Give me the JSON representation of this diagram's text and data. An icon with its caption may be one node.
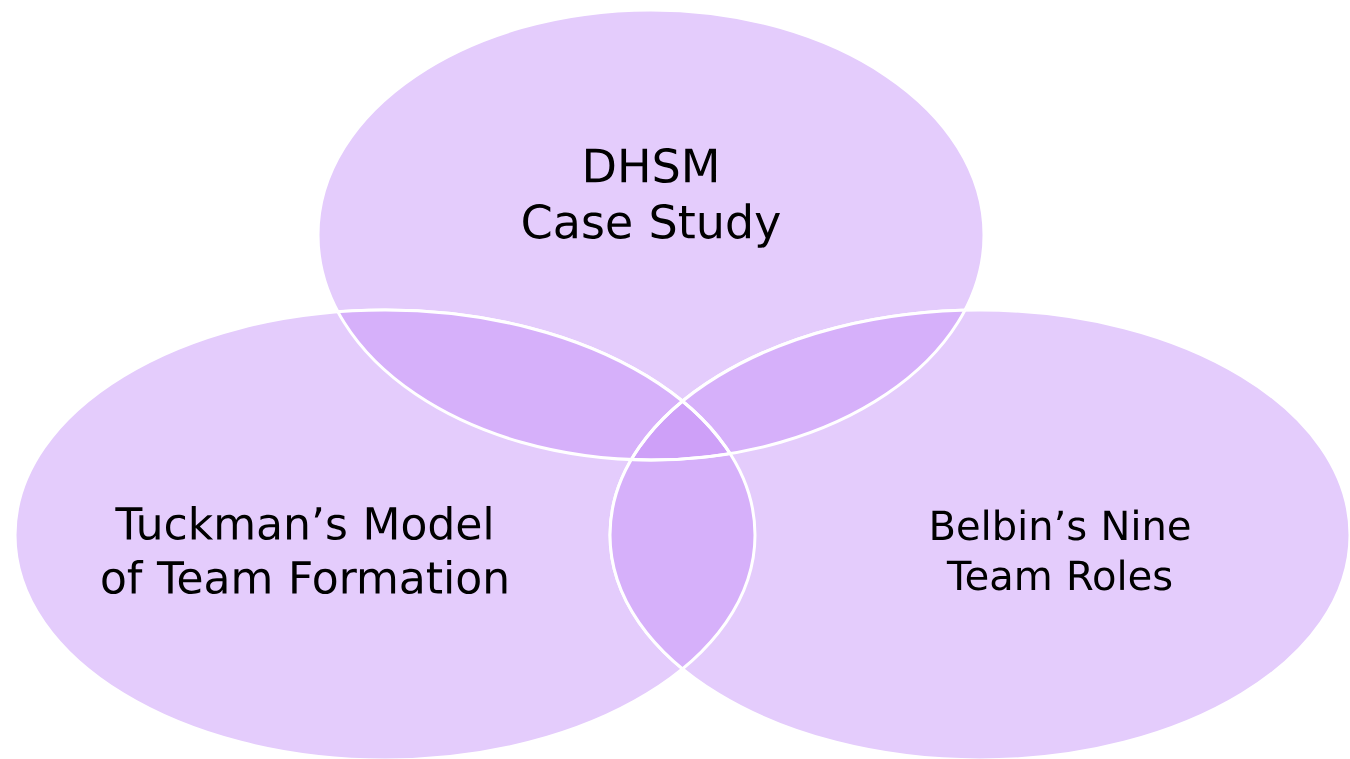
{
  "diagram": {
    "nodes": [
      {
        "text": [
          "DHSM Case Study"
        ]
      },
      {
        "text": [
          "Tuckman’s Model of Team Formation"
        ]
      },
      {
        "text": [
          "Belbin’s Nine Team Roles"
        ]
      }
    ]
  }
}
